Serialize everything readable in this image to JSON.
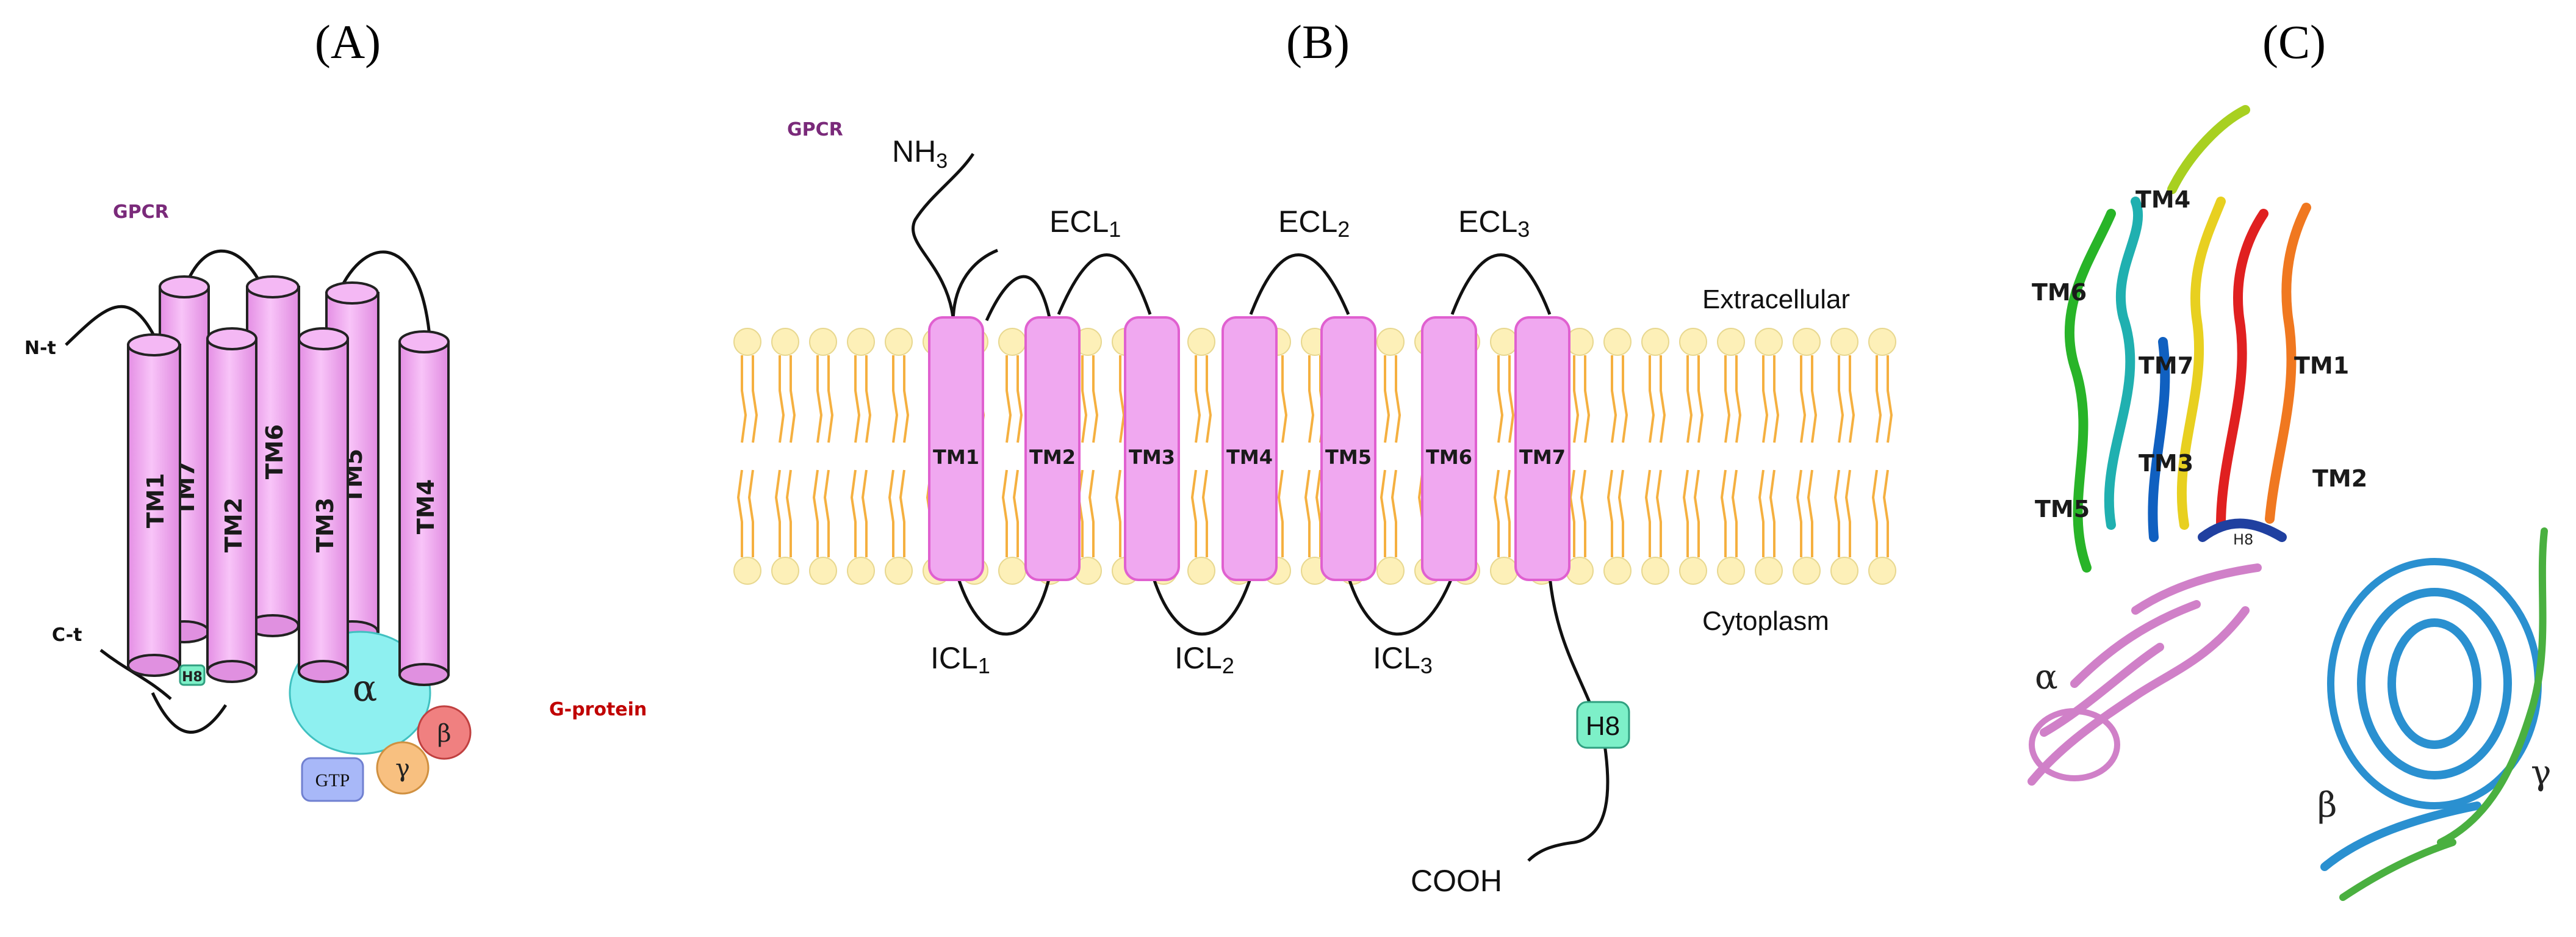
{
  "panels": {
    "a": {
      "label": "(A)",
      "gpcr": "GPCR",
      "n_term": "N-t",
      "c_term": "C-t",
      "h8": "H8",
      "helices": [
        "TM1",
        "TM7",
        "TM2",
        "TM6",
        "TM3",
        "TM5",
        "TM4"
      ],
      "alpha": "α",
      "beta": "β",
      "gamma": "γ",
      "gtp": "GTP",
      "g_protein": "G-protein"
    },
    "b": {
      "label": "(B)",
      "gpcr": "GPCR",
      "nh3": "NH",
      "nh3_sub": "3",
      "cooh": "COOH",
      "extracellular": "Extracellular",
      "cytoplasm": "Cytoplasm",
      "helices": [
        "TM1",
        "TM2",
        "TM3",
        "TM4",
        "TM5",
        "TM6",
        "TM7"
      ],
      "ecl": [
        {
          "base": "ECL",
          "sub": "1"
        },
        {
          "base": "ECL",
          "sub": "2"
        },
        {
          "base": "ECL",
          "sub": "3"
        }
      ],
      "icl": [
        {
          "base": "ICL",
          "sub": "1"
        },
        {
          "base": "ICL",
          "sub": "2"
        },
        {
          "base": "ICL",
          "sub": "3"
        }
      ],
      "h8": "H8"
    },
    "c": {
      "label": "(C)",
      "helices": [
        "TM4",
        "TM6",
        "TM7",
        "TM1",
        "TM3",
        "TM2",
        "TM5"
      ],
      "h8": "H8",
      "alpha": "α",
      "beta": "β",
      "gamma": "γ"
    }
  },
  "colors": {
    "helix_fill": "#f0a8f0",
    "helix_stroke": "#b060b0",
    "gpcr_text": "#7a2a7a",
    "g_protein_text": "#c00000",
    "lipid_head": "#fdf0b8",
    "lipid_tail": "#f5b040",
    "h8_fill": "#7df0c8",
    "alpha_fill": "#8ef0f0",
    "beta_fill": "#f08080",
    "gamma_fill": "#f8c080",
    "gtp_fill": "#a8b8f8",
    "g_alpha_ribbon": "#d080c8",
    "g_beta_ribbon": "#2a90d0",
    "g_gamma_ribbon": "#4ab040"
  }
}
